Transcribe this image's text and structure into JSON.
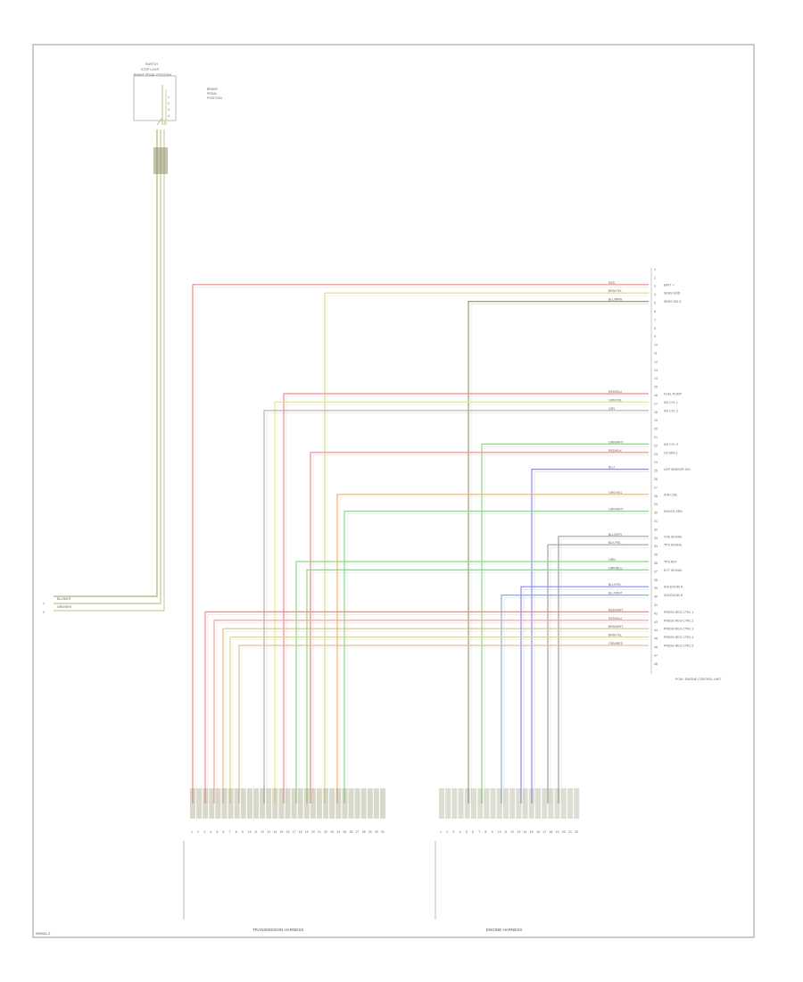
{
  "diagram": {
    "figure_id": "W0061-2",
    "top_component": {
      "title_lines": [
        "SWITCH",
        "STOP LIGHT",
        "BRAKE PEDAL POSITION"
      ],
      "side_lines": [
        "BRAKE",
        "PEDAL",
        "POSITION"
      ],
      "pin_labels": [
        "1",
        "2",
        "3",
        "4"
      ],
      "harness_colors": [
        "#bdbd85",
        "#cfcf9a",
        "#d6d6b0"
      ]
    },
    "left_connector": {
      "wire_labels": [
        "BLU/WHT",
        "GRN/WHT"
      ],
      "pin_labels": [
        "1",
        "2"
      ]
    },
    "right_module": {
      "title": "PCM / ENGINE CONTROL UNIT",
      "pin_labels": [
        "1",
        "2",
        "3",
        "4",
        "5",
        "6",
        "7",
        "8",
        "9",
        "10",
        "11",
        "12",
        "13",
        "14",
        "15",
        "16",
        "17",
        "18",
        "19",
        "20",
        "21",
        "22",
        "23",
        "24",
        "25",
        "26",
        "27",
        "28",
        "29",
        "30",
        "31",
        "32",
        "33",
        "34",
        "35",
        "36",
        "37",
        "38",
        "39",
        "40",
        "41",
        "42",
        "43",
        "44",
        "45",
        "46",
        "47",
        "48"
      ],
      "signals": [
        {
          "wire": "RED",
          "name": "BATT +",
          "color": "#f08a8a"
        },
        {
          "wire": "BRN/YEL",
          "name": "SENS GND",
          "color": "#d9d98a"
        },
        {
          "wire": "BLU/BRN",
          "name": "SENS SIG 2",
          "color": "#9a9a7a"
        },
        {
          "wire": "RED/BLU",
          "name": "FUEL PUMP",
          "color": "#f08a8a"
        },
        {
          "wire": "GRN/YEL",
          "name": "INJ CYL 1",
          "color": "#e8e88a"
        },
        {
          "wire": "GRY",
          "name": "INJ CYL 2",
          "color": "#b0b0b0"
        },
        {
          "wire": "GRN/WHT",
          "name": "INJ CYL 3",
          "color": "#8ad98a"
        },
        {
          "wire": "RED/BLK",
          "name": "O2 SEN 1",
          "color": "#f08a8a"
        },
        {
          "wire": "BLU",
          "name": "CKP SENSOR SIG",
          "color": "#8a8af0"
        },
        {
          "wire": "ORG/YEL",
          "name": "IGN COIL",
          "color": "#f0b070"
        },
        {
          "wire": "GRN/WHT",
          "name": "KNOCK SEN",
          "color": "#8ad98a"
        },
        {
          "wire": "BLU/GRY",
          "name": "VSS SIGNAL",
          "color": "#a0a0a0"
        },
        {
          "wire": "BLK/YEL",
          "name": "TPS SIGNAL",
          "color": "#a0a0a0"
        },
        {
          "wire": "GRN",
          "name": "TPS REF",
          "color": "#8ad98a"
        },
        {
          "wire": "GRN/BLU",
          "name": "ECT SIGNAL",
          "color": "#8ad98a"
        },
        {
          "wire": "BLU/YEL",
          "name": "SOLENOID A",
          "color": "#8a8af0"
        },
        {
          "wire": "BLU/WHT",
          "name": "SOLENOID B",
          "color": "#8ab0d0"
        },
        {
          "wire": "RED/WHT",
          "name": "PRESS REG CTRL 1",
          "color": "#f08a8a"
        },
        {
          "wire": "RED/BLU",
          "name": "PRESS REG CTRL 2",
          "color": "#f0a0a0"
        },
        {
          "wire": "BRN/WHT",
          "name": "PRESS REG CTRL 3",
          "color": "#d9c08a"
        },
        {
          "wire": "BRN/YEL",
          "name": "PRESS REG CTRL 4",
          "color": "#d9d98a"
        },
        {
          "wire": "GRN/RED",
          "name": "PRESS REG CTRL 5",
          "color": "#d9c0a0"
        }
      ]
    },
    "bottom_connectors": {
      "left_title": "TRANSMISSION HARNESS",
      "right_title": "ENGINE HARNESS",
      "left_pins": [
        "1",
        "2",
        "3",
        "4",
        "5",
        "6",
        "7",
        "8",
        "9",
        "10",
        "11",
        "12",
        "13",
        "14",
        "15",
        "16",
        "17",
        "18",
        "19",
        "20",
        "21",
        "22",
        "23",
        "24",
        "25",
        "26",
        "27",
        "28",
        "29",
        "30",
        "31"
      ],
      "right_pins": [
        "1",
        "2",
        "3",
        "4",
        "5",
        "6",
        "7",
        "8",
        "9",
        "10",
        "11",
        "12",
        "13",
        "14",
        "15",
        "16",
        "17",
        "18",
        "19",
        "20",
        "21",
        "22"
      ]
    }
  },
  "colors": {
    "border": "#999999",
    "red": "#f08a8a",
    "yellow": "#e8e88a",
    "green": "#8ad98a",
    "blue": "#8a8af0",
    "orange": "#f0b070",
    "gray": "#a0a0a0",
    "olive": "#bdbd85"
  }
}
